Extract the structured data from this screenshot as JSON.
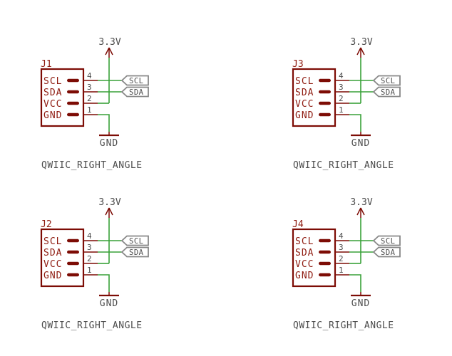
{
  "colors": {
    "symbol_outline": "#7d0c05",
    "pin_name_text": "#8e1a0f",
    "wire_green": "#39a139",
    "annotation_gray": "#4d4d4d",
    "net_label_border": "#878787",
    "background": "#ffffff"
  },
  "power_net": "3.3V",
  "ground_net": "GND",
  "caption": "QWIIC_RIGHT_ANGLE",
  "pins": [
    {
      "name": "SCL",
      "number": "4",
      "net": "SCL"
    },
    {
      "name": "SDA",
      "number": "3",
      "net": "SDA"
    },
    {
      "name": "VCC",
      "number": "2",
      "net": ""
    },
    {
      "name": "GND",
      "number": "1",
      "net": ""
    }
  ],
  "connectors": [
    {
      "ref": "J1",
      "grid": {
        "col": 0,
        "row": 0
      }
    },
    {
      "ref": "J3",
      "grid": {
        "col": 1,
        "row": 0
      }
    },
    {
      "ref": "J2",
      "grid": {
        "col": 0,
        "row": 1
      }
    },
    {
      "ref": "J4",
      "grid": {
        "col": 1,
        "row": 1
      }
    }
  ]
}
